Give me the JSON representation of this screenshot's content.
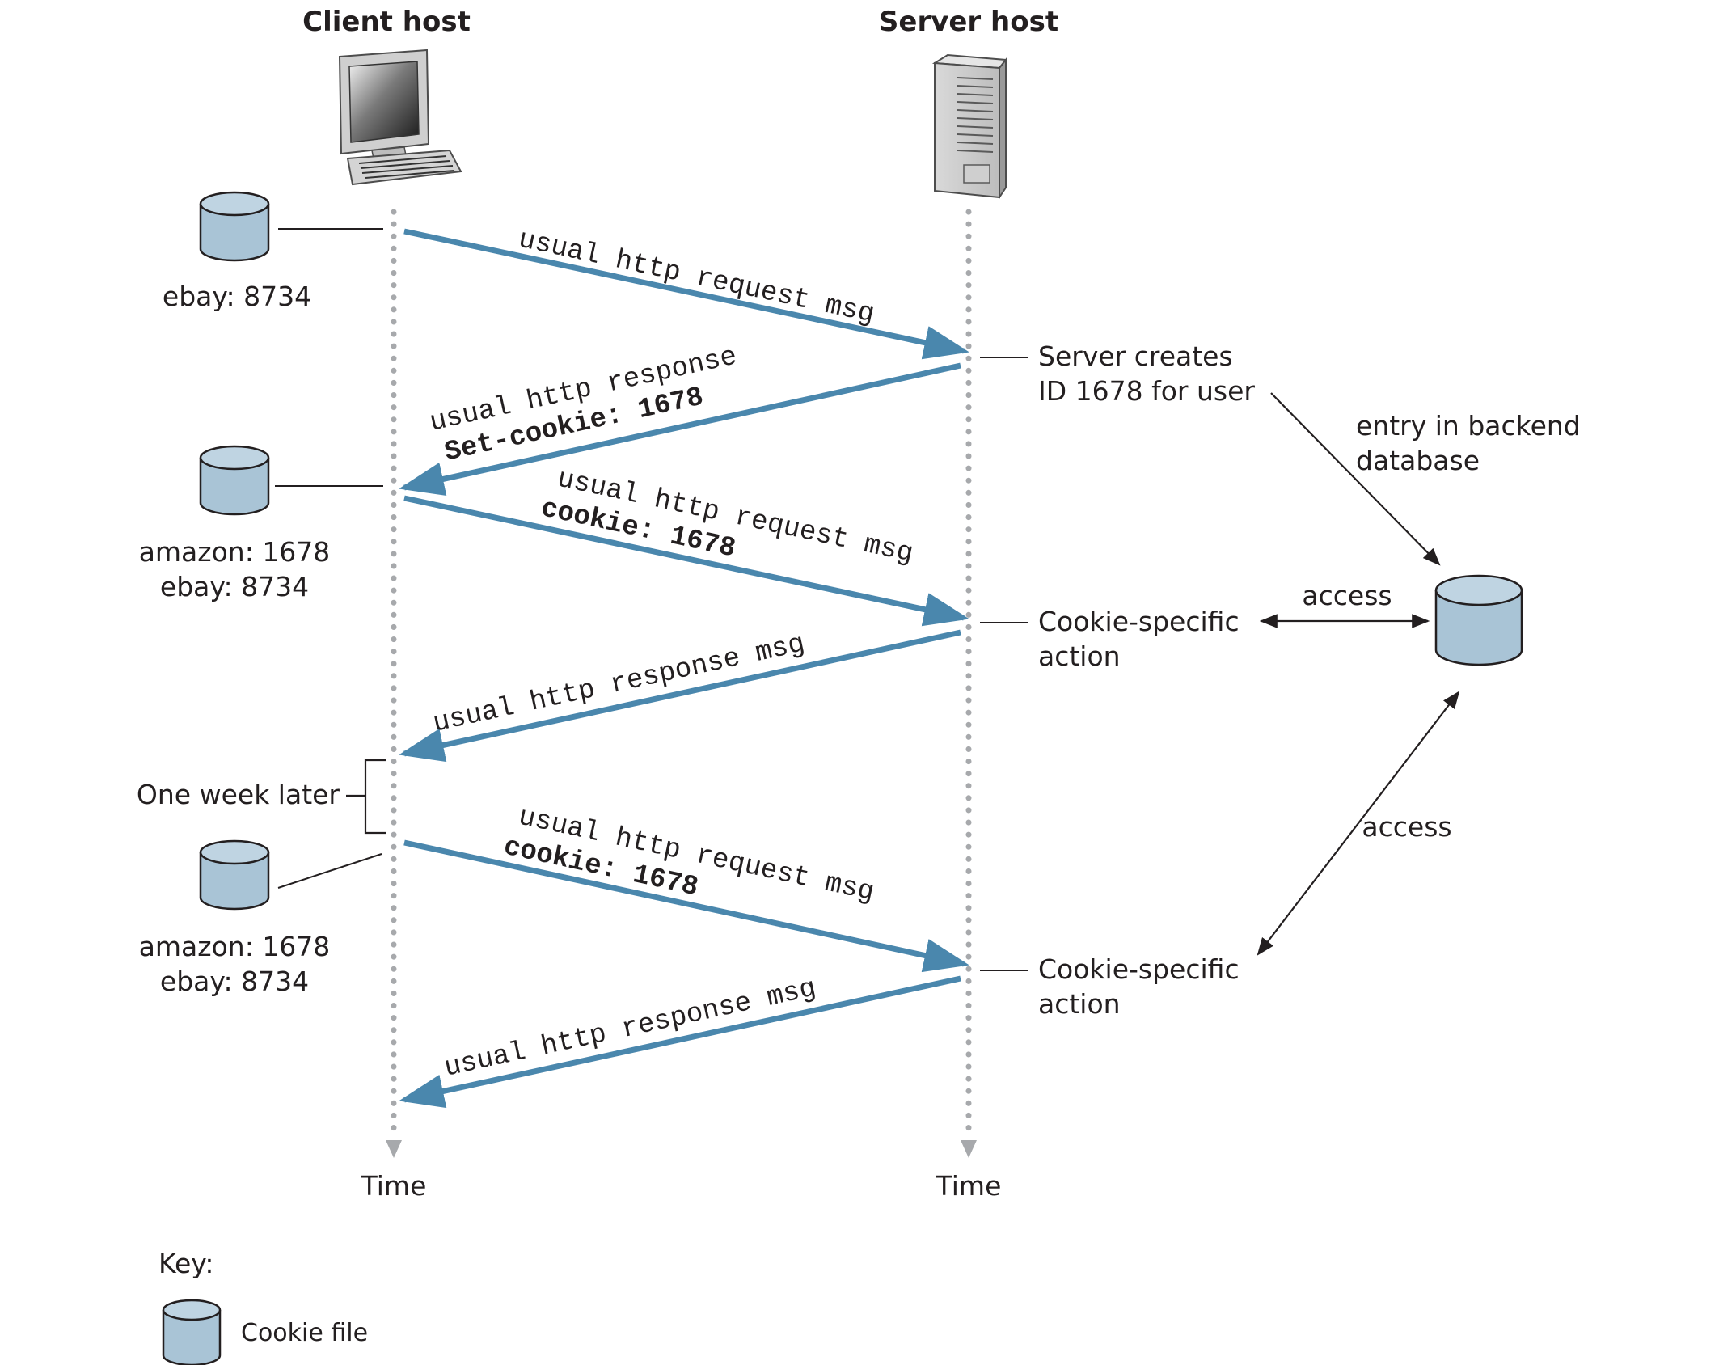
{
  "hosts": {
    "client": "Client host",
    "server": "Server host"
  },
  "cookie_files": [
    {
      "lines": [
        "ebay: 8734"
      ]
    },
    {
      "lines": [
        "amazon: 1678",
        "ebay: 8734"
      ]
    },
    {
      "lines": [
        "amazon: 1678",
        "ebay: 8734"
      ]
    }
  ],
  "messages": [
    {
      "direction": "client-to-server",
      "line1": "usual http request msg",
      "line2": ""
    },
    {
      "direction": "server-to-client",
      "line1": "usual http response",
      "line2": "Set-cookie: 1678"
    },
    {
      "direction": "client-to-server",
      "line1": "usual http request msg",
      "line2": "cookie: 1678"
    },
    {
      "direction": "server-to-client",
      "line1": "usual http response msg",
      "line2": ""
    },
    {
      "direction": "client-to-server",
      "line1": "usual http request msg",
      "line2": "cookie: 1678"
    },
    {
      "direction": "server-to-client",
      "line1": "usual http response msg",
      "line2": ""
    }
  ],
  "server_notes": {
    "creates": [
      "Server creates",
      "ID 1678 for user"
    ],
    "action1": [
      "Cookie-specific",
      "action"
    ],
    "action2": [
      "Cookie-specific",
      "action"
    ]
  },
  "backend": {
    "entry": [
      "entry in backend",
      "database"
    ],
    "access1": "access",
    "access2": "access"
  },
  "one_week_later": "One week later",
  "time_labels": {
    "client": "Time",
    "server": "Time"
  },
  "key": {
    "title": "Key:",
    "cookie_file": "Cookie file"
  },
  "colors": {
    "message_arrow": "#4a87ad",
    "cylinder_fill": "#a9c4d6",
    "timeline": "#a7a9ac",
    "text": "#231f20"
  }
}
